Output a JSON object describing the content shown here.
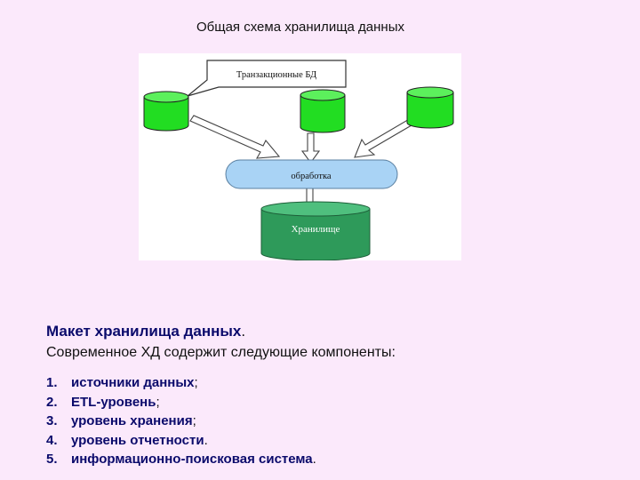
{
  "slide": {
    "title": "Общая схема хранилища данных"
  },
  "diagram": {
    "callout_label": "Транзакционные БД",
    "process_label": "обработка",
    "warehouse_label": "Хранилище",
    "colors": {
      "source_db": "#22dd22",
      "process": "#a9d3f5",
      "warehouse": "#2e9a5a",
      "arrow_fill": "#ffffff",
      "outline": "#222222"
    }
  },
  "content": {
    "heading": "Макет хранилища данных",
    "heading_tail": ".",
    "intro": "Современное ХД содержит следующие компоненты:",
    "components": [
      {
        "num": "1.",
        "text": "источники данных",
        "tail": ";"
      },
      {
        "num": "2.",
        "text": "ETL-уровень",
        "tail": ";"
      },
      {
        "num": "3.",
        "text": "уровень хранения",
        "tail": ";"
      },
      {
        "num": "4.",
        "text": "уровень отчетности",
        "tail": "."
      },
      {
        "num": "5.",
        "text": "информационно-поисковая система",
        "tail": "."
      }
    ]
  }
}
